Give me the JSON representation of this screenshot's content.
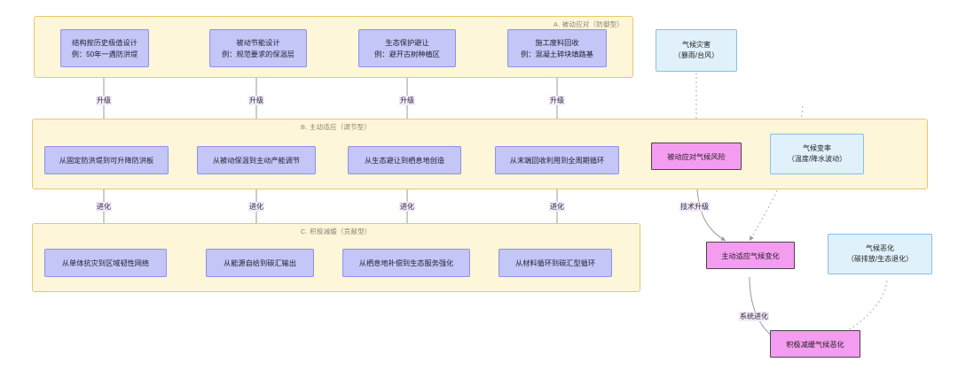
{
  "left_flow": {
    "groups": [
      {
        "id": "A",
        "label": "A. 被动应对（防御型）",
        "boxes": [
          {
            "line1": "结构按历史极值设计",
            "line2": "例：50年一遇防洪堤"
          },
          {
            "line1": "被动节能设计",
            "line2": "例：规范要求的保温层"
          },
          {
            "line1": "生态保护避让",
            "line2": "例：避开古树种植区"
          },
          {
            "line1": "施工废料回收",
            "line2": "例：混凝土碎块填路基"
          }
        ]
      },
      {
        "id": "B",
        "label": "B. 主动适应（调节型）",
        "boxes": [
          {
            "line1": "从固定防洪堤到可升降防洪板",
            "line2": ""
          },
          {
            "line1": "从被动保温到主动产能调节",
            "line2": ""
          },
          {
            "line1": "从生态避让到栖息地创造",
            "line2": ""
          },
          {
            "line1": "从末端回收利用到全周期循环",
            "line2": ""
          }
        ]
      },
      {
        "id": "C",
        "label": "C. 积极减缓（贡献型）",
        "boxes": [
          {
            "line1": "从单体抗灾到区域韧性网络",
            "line2": ""
          },
          {
            "line1": "从能源自给到碳汇输出",
            "line2": ""
          },
          {
            "line1": "从栖息地补偿到生态服务强化",
            "line2": ""
          },
          {
            "line1": "从材料循环到碳汇型循环",
            "line2": ""
          }
        ]
      }
    ],
    "edge_labels_ab": [
      "升级",
      "升级",
      "升级",
      "升级"
    ],
    "edge_labels_bc": [
      "进化",
      "进化",
      "进化",
      "进化"
    ]
  },
  "right_flow": {
    "driver_boxes": [
      {
        "line1": "气候灾害",
        "line2": "（暴雨/台风）"
      },
      {
        "line1": "气候变率",
        "line2": "（温度/降水波动）"
      },
      {
        "line1": "气候恶化",
        "line2": "（碳排放/生态退化）"
      }
    ],
    "stage_boxes": [
      {
        "label": "被动应对气候风险"
      },
      {
        "label": "主动适应气候变化"
      },
      {
        "label": "积极减缓气候恶化"
      }
    ],
    "edge_labels": [
      "技术升级",
      "系统进化"
    ]
  },
  "colors": {
    "group_fill": "#fdf6d8",
    "group_stroke": "#e8c96a",
    "purple_fill": "#c3c6f7",
    "purple_stroke": "#8d92e8",
    "blue_fill": "#e0f1fb",
    "blue_stroke": "#88bfe8",
    "magenta_fill": "#f49cf0",
    "magenta_stroke": "#4a4548",
    "arrow": "#9a9a9a"
  }
}
